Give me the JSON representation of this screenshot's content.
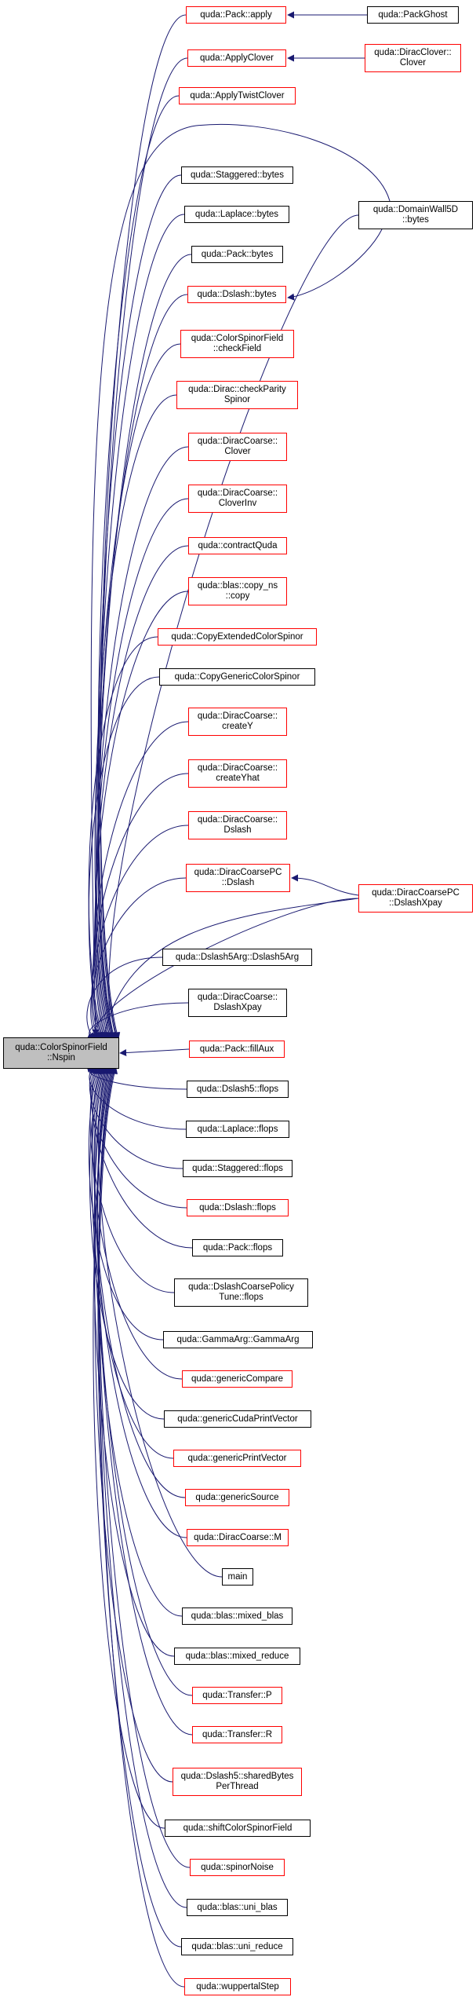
{
  "graph": {
    "edge_color": "#191970",
    "root": {
      "label": "quda::ColorSpinorField\n::Nspin",
      "fill": "#bfbfbf"
    },
    "callers": [
      {
        "id": "n1",
        "label": "quda::Pack::apply",
        "border": "#ff0000"
      },
      {
        "id": "n2",
        "label": "quda::ApplyClover",
        "border": "#ff0000"
      },
      {
        "id": "n3",
        "label": "quda::ApplyTwistClover",
        "border": "#ff0000"
      },
      {
        "id": "n4",
        "label": "quda::DomainWall5D\n::bytes",
        "border": "#000000"
      },
      {
        "id": "n5",
        "label": "quda::Staggered::bytes",
        "border": "#000000"
      },
      {
        "id": "n6",
        "label": "quda::Laplace::bytes",
        "border": "#000000"
      },
      {
        "id": "n7",
        "label": "quda::Pack::bytes",
        "border": "#000000"
      },
      {
        "id": "n8",
        "label": "quda::Dslash::bytes",
        "border": "#ff0000"
      },
      {
        "id": "n9",
        "label": "quda::ColorSpinorField\n::checkField",
        "border": "#ff0000"
      },
      {
        "id": "n10",
        "label": "quda::Dirac::checkParity\nSpinor",
        "border": "#ff0000"
      },
      {
        "id": "n11",
        "label": "quda::DiracCoarse::\nClover",
        "border": "#ff0000"
      },
      {
        "id": "n12",
        "label": "quda::DiracCoarse::\nCloverInv",
        "border": "#ff0000"
      },
      {
        "id": "n13",
        "label": "quda::contractQuda",
        "border": "#ff0000"
      },
      {
        "id": "n14",
        "label": "quda::blas::copy_ns\n::copy",
        "border": "#ff0000"
      },
      {
        "id": "n15",
        "label": "quda::CopyExtendedColorSpinor",
        "border": "#ff0000"
      },
      {
        "id": "n16",
        "label": "quda::CopyGenericColorSpinor",
        "border": "#000000"
      },
      {
        "id": "n17",
        "label": "quda::DiracCoarse::\ncreateY",
        "border": "#ff0000"
      },
      {
        "id": "n18",
        "label": "quda::DiracCoarse::\ncreateYhat",
        "border": "#ff0000"
      },
      {
        "id": "n19",
        "label": "quda::DiracCoarse::\nDslash",
        "border": "#ff0000"
      },
      {
        "id": "n20",
        "label": "quda::DiracCoarsePC\n::Dslash",
        "border": "#ff0000"
      },
      {
        "id": "n21",
        "label": "quda::DiracCoarsePC\n::DslashXpay",
        "border": "#ff0000"
      },
      {
        "id": "n22",
        "label": "quda::Dslash5Arg::Dslash5Arg",
        "border": "#000000"
      },
      {
        "id": "n23",
        "label": "quda::DiracCoarse::\nDslashXpay",
        "border": "#000000"
      },
      {
        "id": "n24",
        "label": "quda::Pack::fillAux",
        "border": "#ff0000"
      },
      {
        "id": "n25",
        "label": "quda::Dslash5::flops",
        "border": "#000000"
      },
      {
        "id": "n26",
        "label": "quda::Laplace::flops",
        "border": "#000000"
      },
      {
        "id": "n27",
        "label": "quda::Staggered::flops",
        "border": "#000000"
      },
      {
        "id": "n28",
        "label": "quda::Dslash::flops",
        "border": "#ff0000"
      },
      {
        "id": "n29",
        "label": "quda::Pack::flops",
        "border": "#000000"
      },
      {
        "id": "n30",
        "label": "quda::DslashCoarsePolicy\nTune::flops",
        "border": "#000000"
      },
      {
        "id": "n31",
        "label": "quda::GammaArg::GammaArg",
        "border": "#000000"
      },
      {
        "id": "n32",
        "label": "quda::genericCompare",
        "border": "#ff0000"
      },
      {
        "id": "n33",
        "label": "quda::genericCudaPrintVector",
        "border": "#000000"
      },
      {
        "id": "n34",
        "label": "quda::genericPrintVector",
        "border": "#ff0000"
      },
      {
        "id": "n35",
        "label": "quda::genericSource",
        "border": "#ff0000"
      },
      {
        "id": "n36",
        "label": "quda::DiracCoarse::M",
        "border": "#ff0000"
      },
      {
        "id": "n37",
        "label": "main",
        "border": "#000000"
      },
      {
        "id": "n38",
        "label": "quda::blas::mixed_blas",
        "border": "#000000"
      },
      {
        "id": "n39",
        "label": "quda::blas::mixed_reduce",
        "border": "#000000"
      },
      {
        "id": "n40",
        "label": "quda::Transfer::P",
        "border": "#ff0000"
      },
      {
        "id": "n41",
        "label": "quda::Transfer::R",
        "border": "#ff0000"
      },
      {
        "id": "n42",
        "label": "quda::Dslash5::sharedBytes\nPerThread",
        "border": "#ff0000"
      },
      {
        "id": "n43",
        "label": "quda::shiftColorSpinorField",
        "border": "#000000"
      },
      {
        "id": "n44",
        "label": "quda::spinorNoise",
        "border": "#ff0000"
      },
      {
        "id": "n45",
        "label": "quda::blas::uni_blas",
        "border": "#000000"
      },
      {
        "id": "n46",
        "label": "quda::blas::uni_reduce",
        "border": "#000000"
      },
      {
        "id": "n47",
        "label": "quda::wuppertalStep",
        "border": "#ff0000"
      }
    ],
    "second_level": [
      {
        "id": "s1",
        "label": "quda::PackGhost",
        "border": "#000000",
        "calls": "n1"
      },
      {
        "id": "s2",
        "label": "quda::DiracClover::\nClover",
        "border": "#ff0000",
        "calls": "n2"
      },
      {
        "id": "s4",
        "label": "quda::DomainWall5D\n::bytes",
        "border": "#000000",
        "calls": "n8"
      },
      {
        "id": "s3",
        "label": "quda::DiracCoarsePC\n::DslashXpay",
        "border": "#ff0000",
        "calls": "n20"
      }
    ]
  }
}
